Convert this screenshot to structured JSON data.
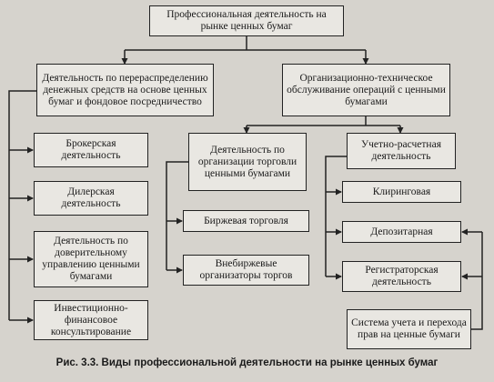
{
  "diagram": {
    "root": "Профессиональная деятельность на рынке ценных бумаг",
    "left_branch": {
      "label": "Деятельность по перераспределению денежных средств на основе ценных бумаг и фондовое посредничество",
      "items": [
        "Брокерская деятельность",
        "Дилерская деятельность",
        "Деятельность по доверительному управлению ценными бумагами",
        "Инвестиционно-финансовое консультирование"
      ]
    },
    "right_branch": {
      "label": "Организационно-техническое обслуживание операций с ценными бумагами",
      "trading": {
        "label": "Деятельность по организации торговли ценными бумагами",
        "items": [
          "Биржевая торговля",
          "Внебиржевые организаторы торгов"
        ]
      },
      "settlement": {
        "label": "Учетно-расчетная деятельность",
        "items": [
          "Клиринговая",
          "Депозитарная",
          "Регистраторская деятельность"
        ]
      },
      "registry_system": "Система учета и перехода прав на ценные бумаги"
    }
  },
  "caption": "Рис. 3.3. Виды профессиональной деятельности на рынке ценных бумаг"
}
